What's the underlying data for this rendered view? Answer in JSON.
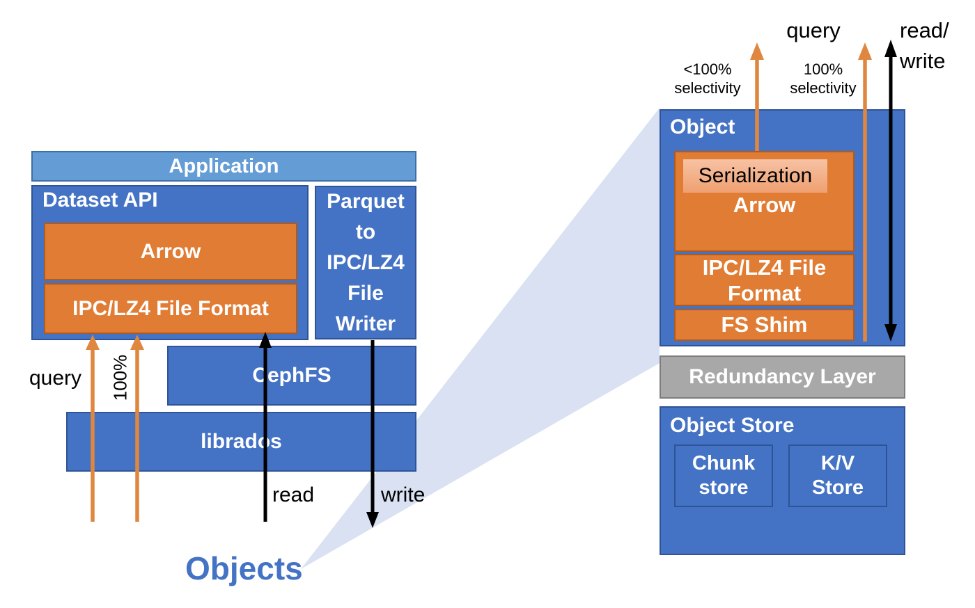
{
  "colors": {
    "blue": "#4472C4",
    "blue_border": "#2F5496",
    "light_blue": "#649CD6",
    "light_blue_border": "#3E6FA5",
    "orange": "#E07C33",
    "orange_border": "#B05A1E",
    "peach": "#EFA071",
    "peach_light": "#F7C2A4",
    "gray": "#A8A8A8",
    "gray_border": "#7C7C7C",
    "lavender": "#D9E1F2",
    "arrow_orange": "#E0873F",
    "arrow_black": "#000000",
    "objects_text": "#4472C4"
  },
  "left": {
    "application": "Application",
    "dataset_api": "Dataset API",
    "arrow": "Arrow",
    "ipc_lz4": "IPC/LZ4 File Format",
    "parquet_writer": "Parquet\nto\nIPC/LZ4\nFile\nWriter",
    "cephfs": "CephFS",
    "librados": "librados",
    "query_label": "query",
    "selectivity_label": "100%",
    "read_label": "read",
    "write_label": "write",
    "objects_caption": "Objects"
  },
  "right": {
    "query_label": "query",
    "read_write_label": "read/\nwrite",
    "lt100_selectivity_label": "<100%\nselectivity",
    "full_selectivity_label": "100%\nselectivity",
    "object_title": "Object",
    "serialization": "Serialization",
    "arrow": "Arrow",
    "ipc_lz4": "IPC/LZ4 File\nFormat",
    "fs_shim": "FS Shim",
    "redundancy_layer": "Redundancy Layer",
    "object_store_title": "Object Store",
    "chunk_store": "Chunk\nstore",
    "kv_store": "K/V\nStore"
  }
}
